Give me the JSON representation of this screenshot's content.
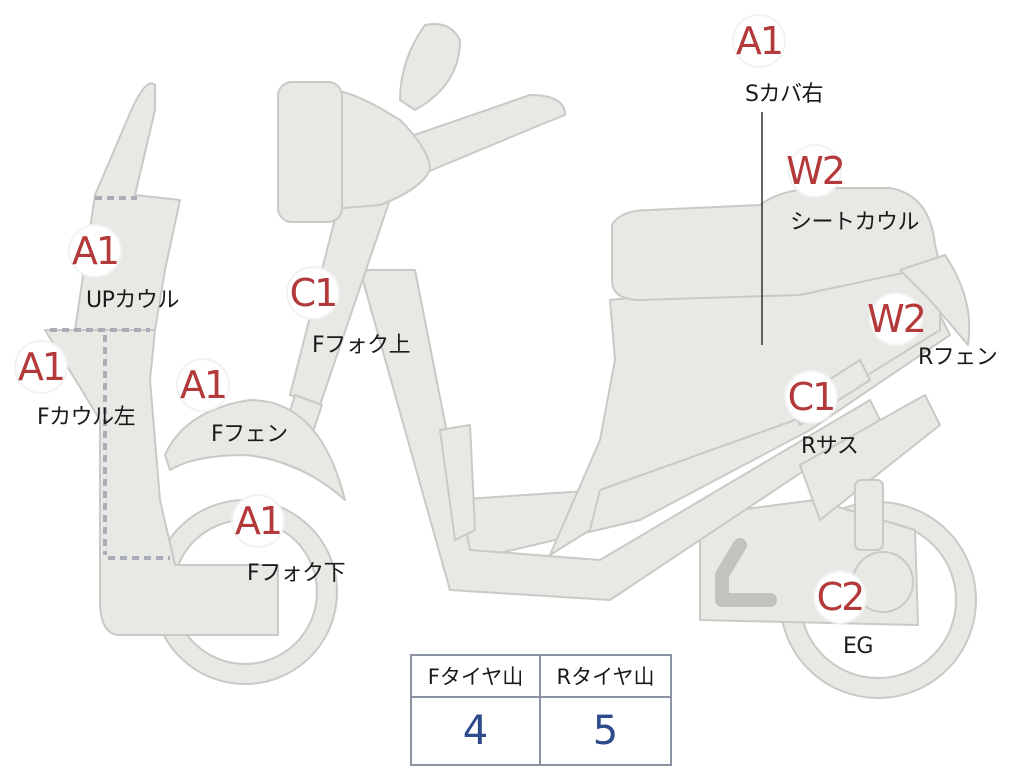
{
  "labels": {
    "s_cover_right": {
      "code": "A1",
      "name": "Sカバ右"
    },
    "seat_cowl": {
      "code": "W2",
      "name": "シートカウル"
    },
    "up_cowl": {
      "code": "A1",
      "name": "UPカウル"
    },
    "f_fork_upper": {
      "code": "C1",
      "name": "Fフォク上"
    },
    "r_fender": {
      "code": "W2",
      "name": "Rフェン"
    },
    "f_cowl_left": {
      "code": "A1",
      "name": "Fカウル左"
    },
    "f_fender": {
      "code": "A1",
      "name": "Fフェン"
    },
    "r_suspension": {
      "code": "C1",
      "name": "Rサス"
    },
    "f_fork_lower": {
      "code": "A1",
      "name": "Fフォク下"
    },
    "engine": {
      "code": "C2",
      "name": "EG"
    }
  },
  "tire_table": {
    "front_header": "Fタイヤ山",
    "rear_header": "Rタイヤ山",
    "front_value": "4",
    "rear_value": "5"
  },
  "colors": {
    "body_fill": "#e8e8e5",
    "outline": "#c9c9c6",
    "badge_text": "#b3393a",
    "table_value": "#2d4a8a"
  }
}
